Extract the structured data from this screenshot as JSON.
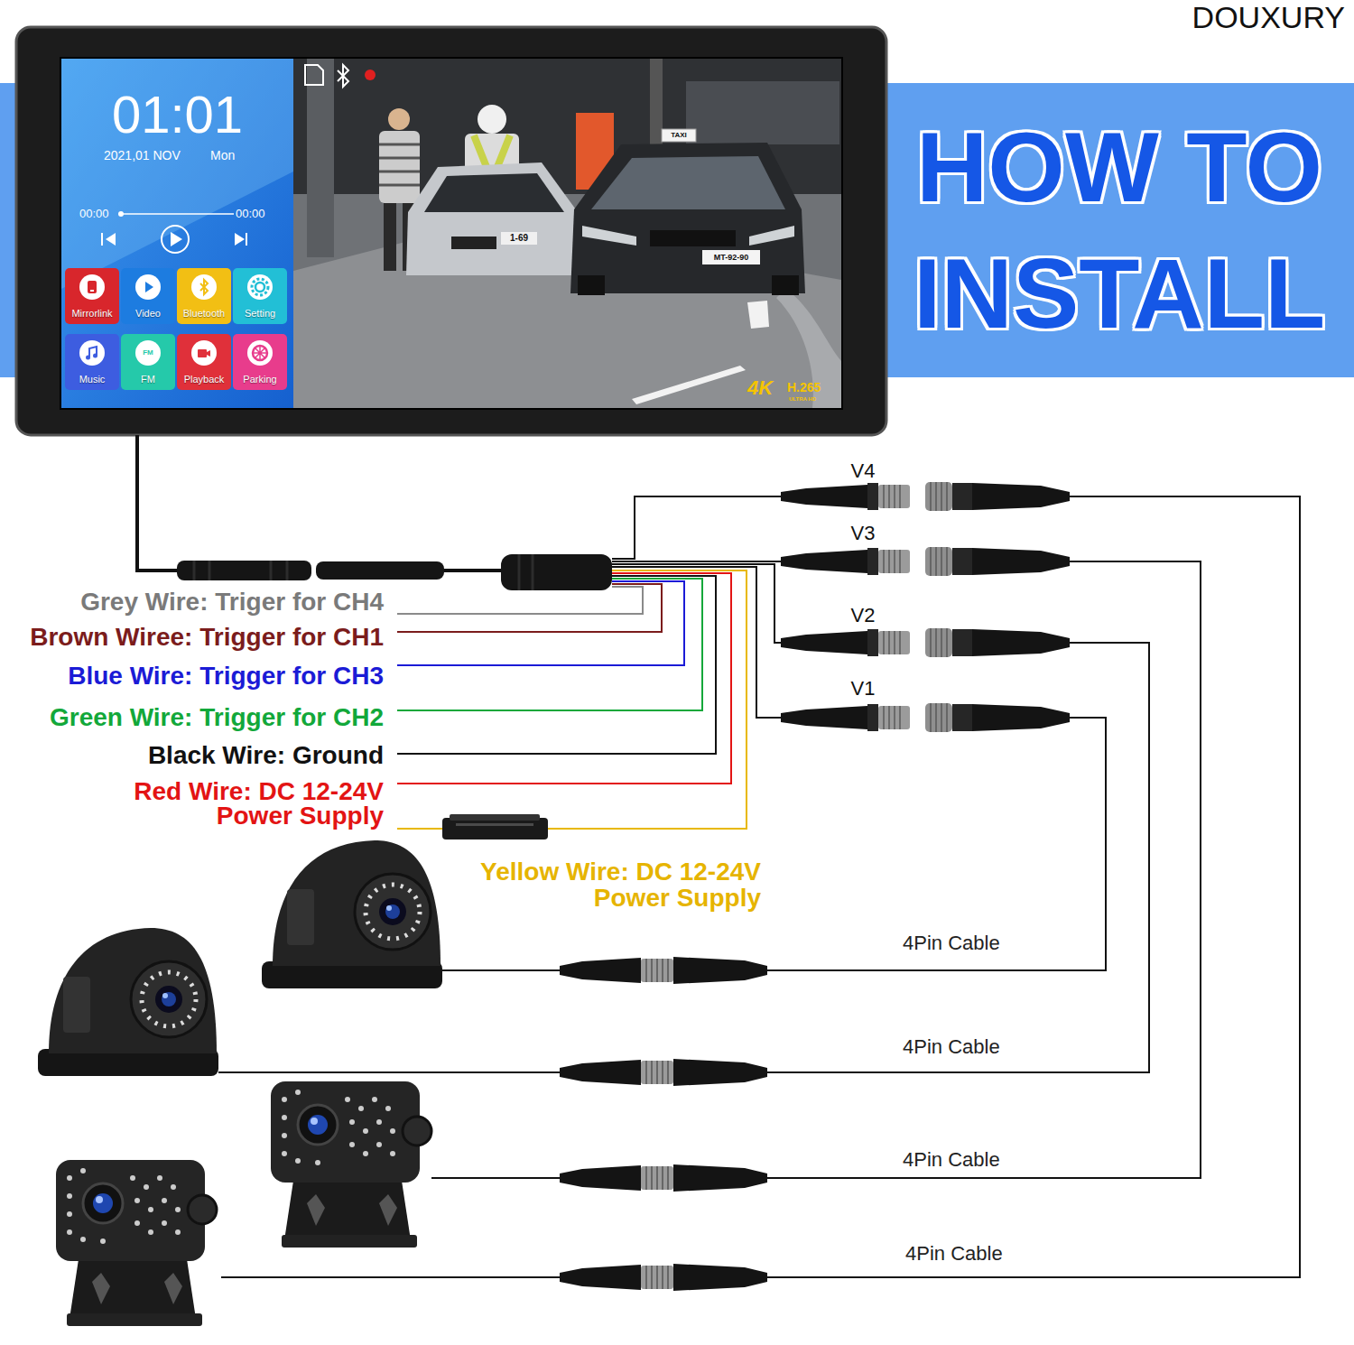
{
  "diagram": {
    "title": "HOW TO INSTALL",
    "nodes": [
      {
        "text": [
          "01:01",
          "2021,01 NOV",
          "Mon",
          "00:00",
          "00:00"
        ]
      },
      {
        "text": [
          "Mirrorlink"
        ],
        "in": 0
      },
      {
        "text": [
          "Video"
        ],
        "in": 0
      },
      {
        "text": [
          "Bluetooth"
        ],
        "in": 0
      },
      {
        "text": [
          "Setting"
        ],
        "in": 0
      },
      {
        "text": [
          "Music"
        ],
        "in": 0
      },
      {
        "text": [
          "FM",
          "FM"
        ],
        "in": 0
      },
      {
        "text": [
          "Playback"
        ],
        "in": 0
      },
      {
        "text": [
          "Parking"
        ],
        "in": 0
      }
    ],
    "labels": [
      "DOUXURY",
      "TAXI",
      "1-69",
      "MT-92-90",
      "4K",
      "H.265",
      "ULTRA HD",
      "V4",
      "V3",
      "V2",
      "V1",
      "Grey Wire: Triger for CH4",
      "Brown Wiree: Trigger for CH1",
      "Blue Wire: Trigger for CH3",
      "Green Wire: Trigger for CH2",
      "Black Wire: Ground",
      "Red Wire: DC 12-24V Power Supply",
      "Yellow Wire: DC 12-24V Power Supply",
      "4Pin Cable",
      "4Pin Cable",
      "4Pin Cable",
      "4Pin Cable"
    ]
  }
}
